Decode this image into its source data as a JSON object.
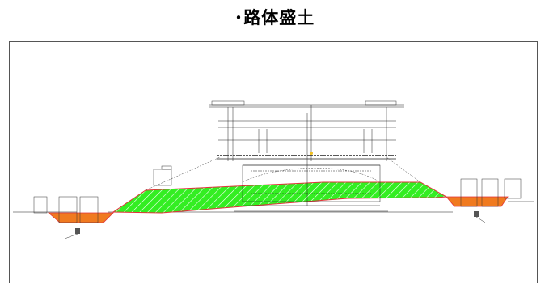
{
  "title": "･路体盛土",
  "colors": {
    "embankment_fill": "#33ee22",
    "embankment_hatch": "#ffffff",
    "excavation_fill": "#f07a20",
    "outline": "#e0333a",
    "lines": "#333333"
  },
  "icons": [
    "trench-icon-left",
    "trench-icon-right"
  ]
}
